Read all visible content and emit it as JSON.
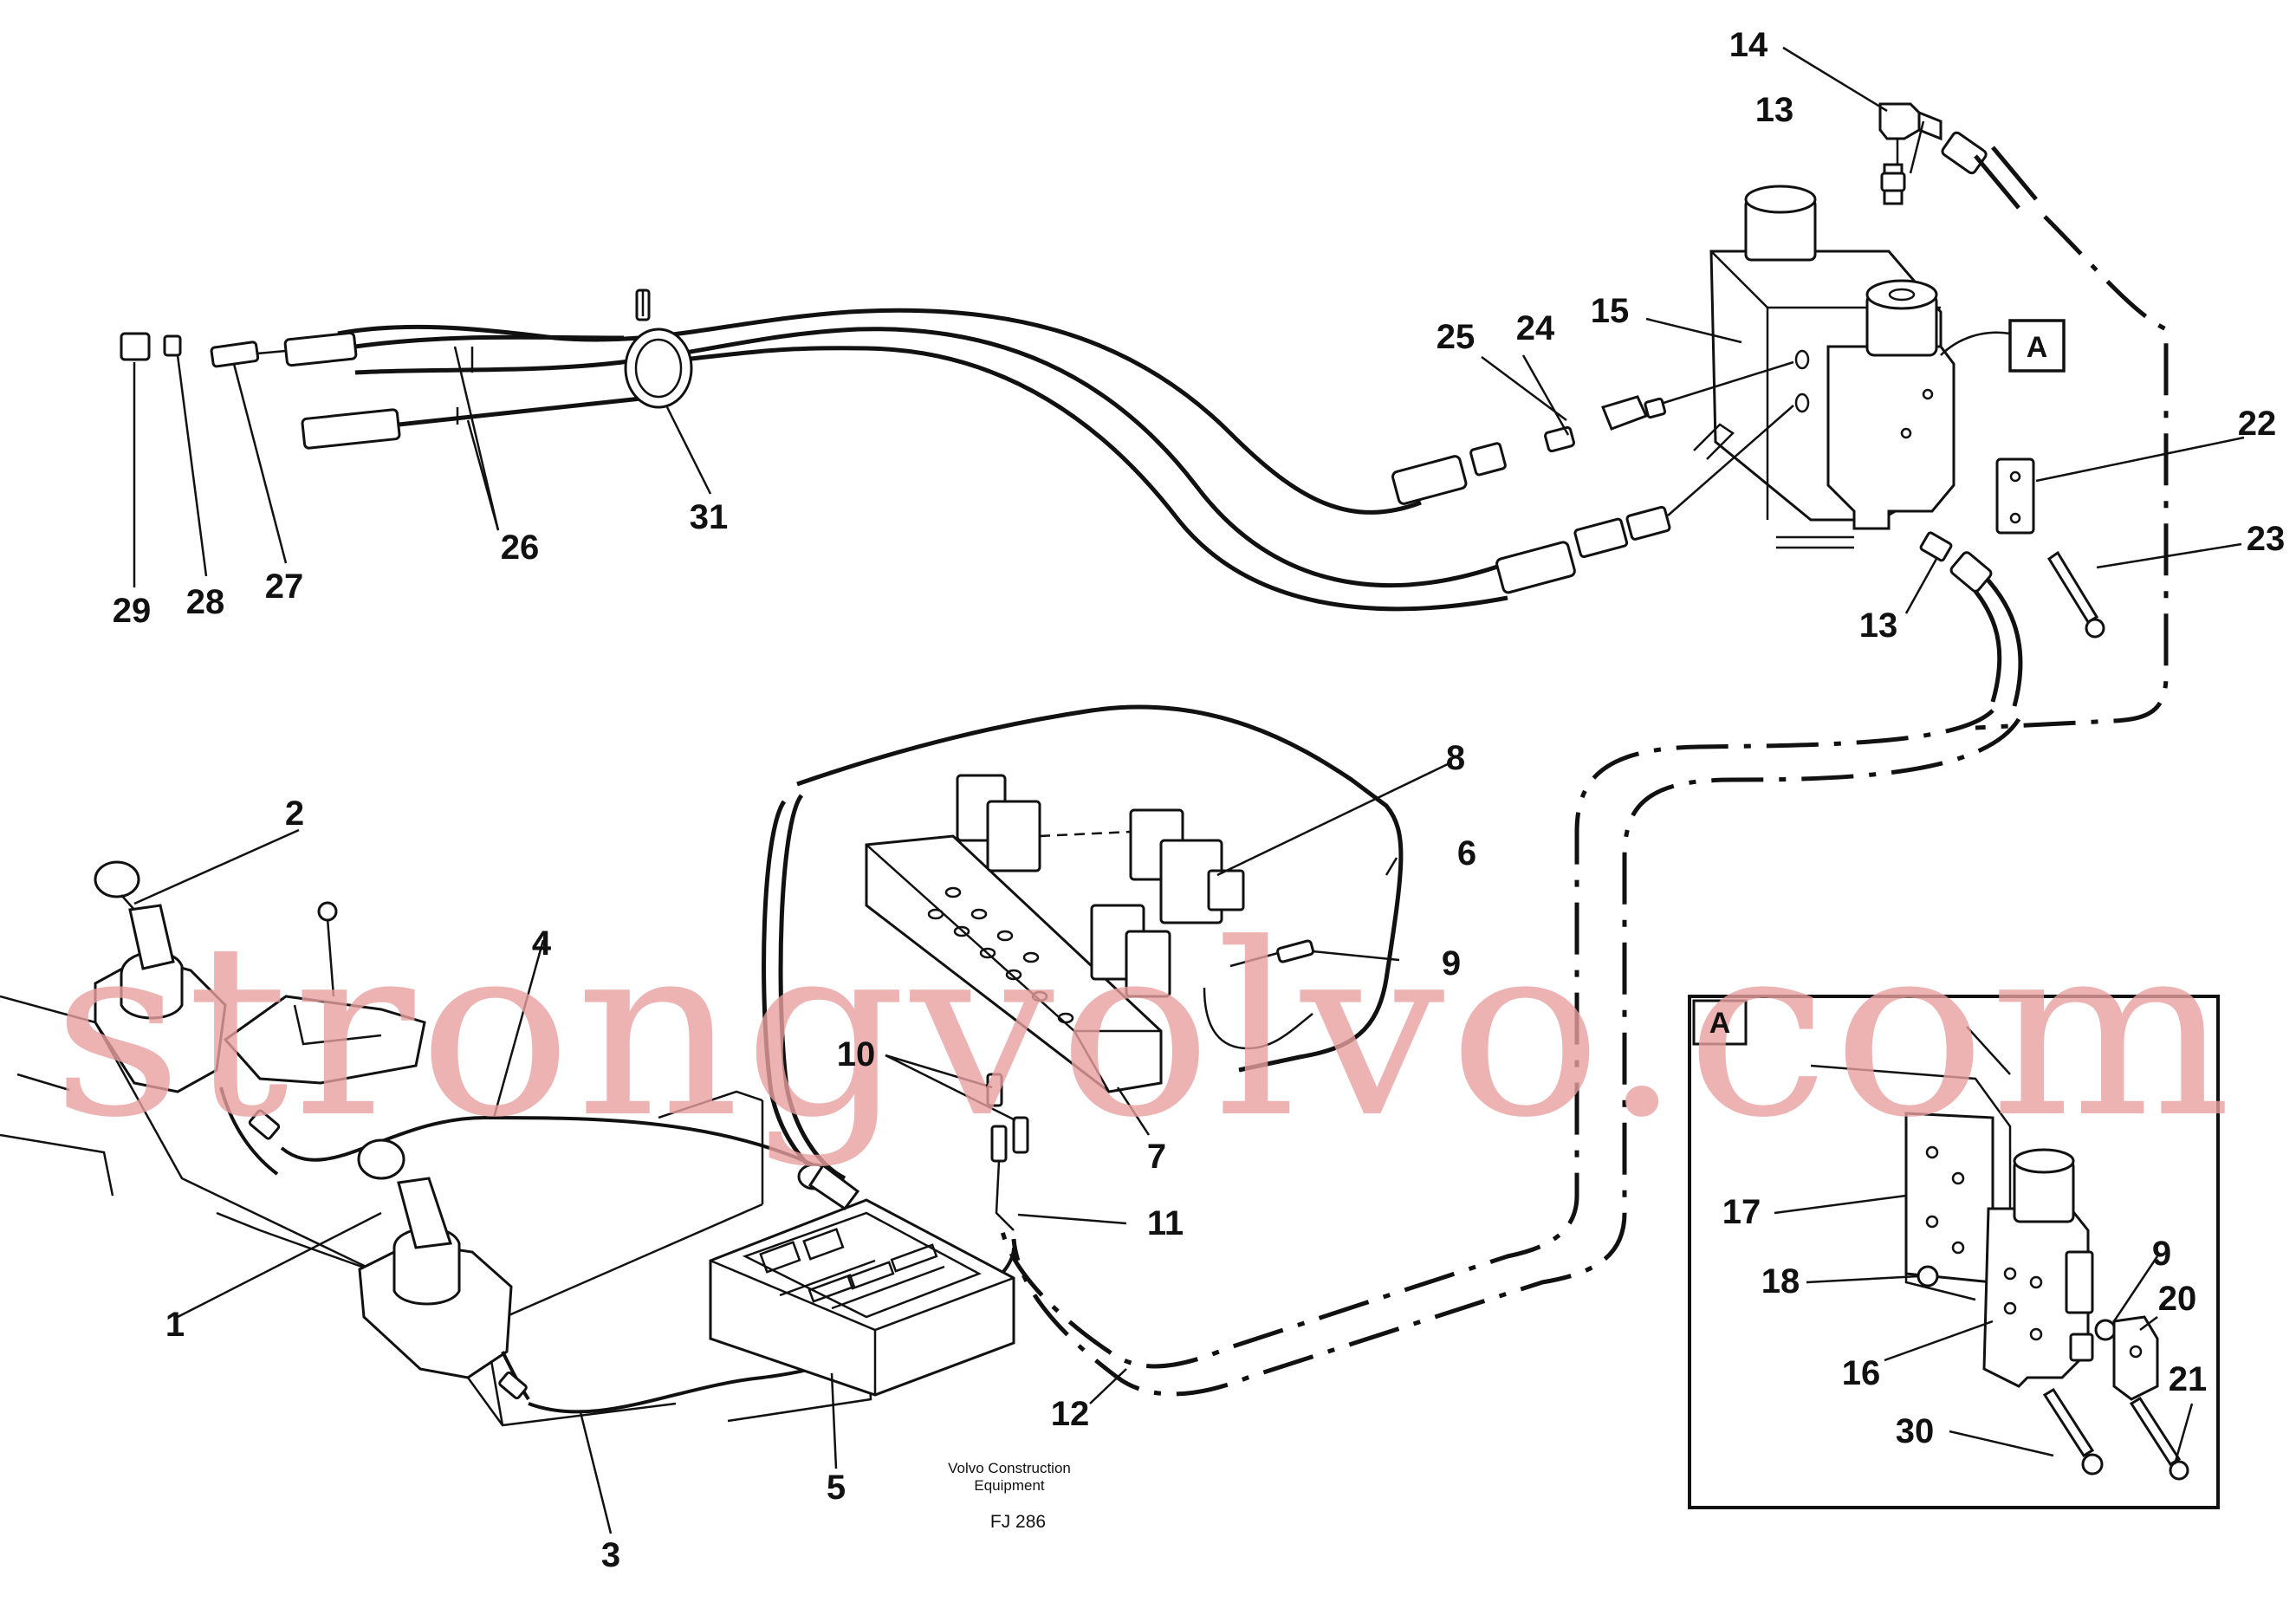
{
  "diagram": {
    "callouts": [
      "1",
      "2",
      "3",
      "4",
      "5",
      "6",
      "7",
      "8",
      "9",
      "10",
      "11",
      "12",
      "13",
      "13",
      "14",
      "15",
      "16",
      "17",
      "18",
      "9",
      "20",
      "21",
      "22",
      "23",
      "24",
      "25",
      "26",
      "27",
      "28",
      "29",
      "30",
      "31"
    ],
    "detail_ref_label": "A",
    "inset_label": "A",
    "caption_line1": "Volvo Construction",
    "caption_line2": "Equipment",
    "figure_id": "FJ 286",
    "watermark": "strongvolvo.com"
  }
}
